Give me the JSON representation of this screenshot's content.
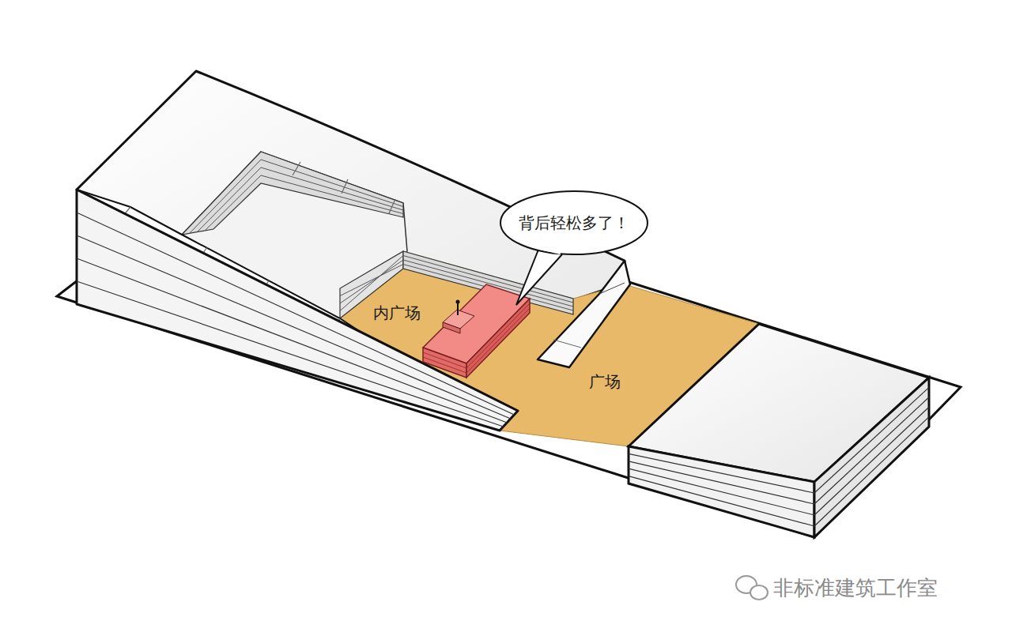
{
  "diagram": {
    "nodes": [
      {
        "text": [
          "背后轻松多了！"
        ]
      }
    ],
    "labels": [
      "内广场",
      "广场",
      "非标准建筑工作室"
    ]
  }
}
